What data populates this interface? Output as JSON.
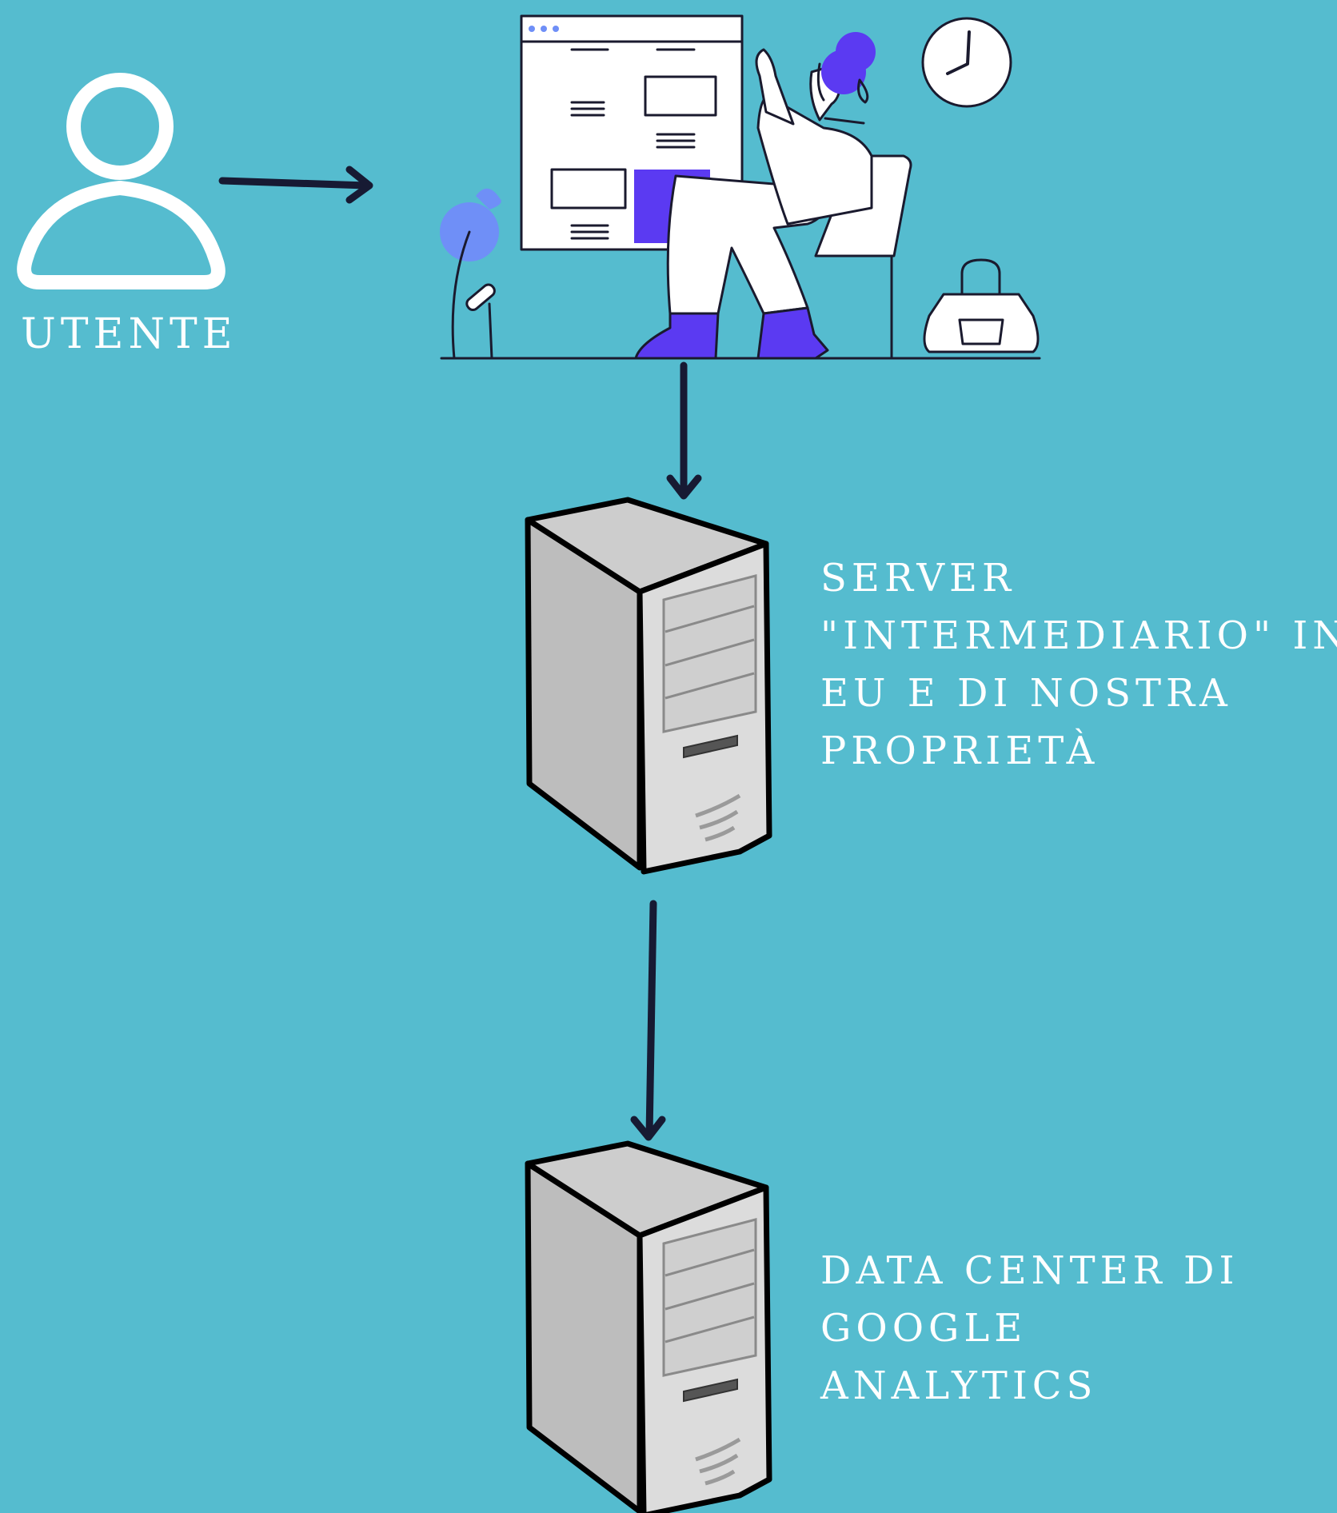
{
  "colors": {
    "background": "#55bccf",
    "arrow": "#171a33",
    "accent": "#5b3af2",
    "accent_light": "#6f8ff7",
    "white": "#ffffff",
    "server_face": "#d7d7d7",
    "server_side": "#bcbcbc",
    "outline": "#000000"
  },
  "nodes": {
    "user": {
      "icon": "user-icon",
      "label": "UTENTE"
    },
    "website": {
      "icon": "website-illustration"
    },
    "intermediary_server": {
      "icon": "server-tower-icon",
      "label_lines": [
        "SERVER",
        "\"INTERMEDIARIO\" IN",
        "EU E DI NOSTRA",
        "PROPRIETÀ"
      ]
    },
    "google_datacenter": {
      "icon": "server-tower-icon",
      "label_lines": [
        "DATA CENTER DI",
        "GOOGLE",
        "ANALYTICS"
      ]
    }
  },
  "edges": [
    {
      "from": "user",
      "to": "website"
    },
    {
      "from": "website",
      "to": "intermediary_server"
    },
    {
      "from": "intermediary_server",
      "to": "google_datacenter"
    }
  ]
}
